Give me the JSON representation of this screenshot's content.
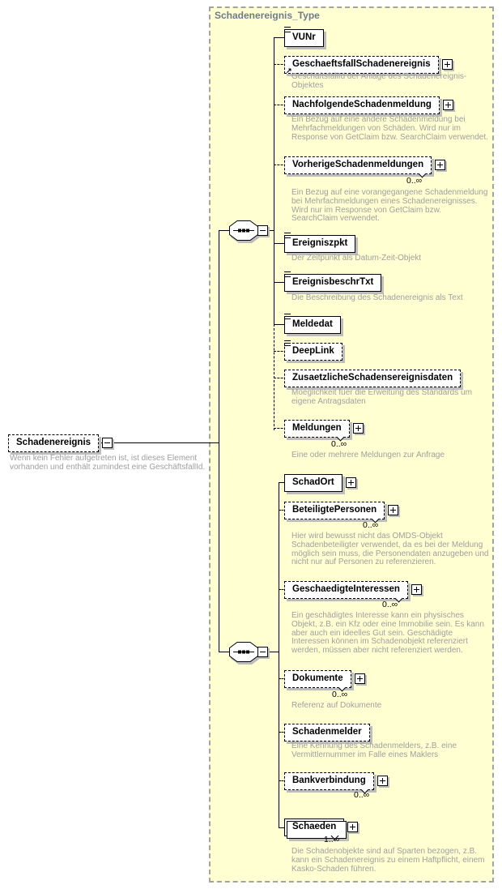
{
  "diagram": {
    "title": "Schadenereignis_Type",
    "root": {
      "name": "Schadenereignis",
      "description": "Wenn kein Fehler aufgetreten ist, ist dieses Element vorhanden und enthält zumindest eine GeschäftsfallId."
    },
    "nodes": {
      "vunr": {
        "name": "VUNr"
      },
      "geschaeftsfall": {
        "name": "GeschaeftsfallSchadenereignis",
        "description": "GeschäftsfallId der Anlage des Schadenereignis-Objektes"
      },
      "nachfolgende": {
        "name": "NachfolgendeSchadenmeldung",
        "description": "Ein Bezug auf eine andere Schadenmeldung bei Mehrfachmeldungen von Schäden. Wird nur im Response von GetClaim bzw. SearchClaim verwendet."
      },
      "vorherige": {
        "name": "VorherigeSchadenmeldungen",
        "occurs": "0..∞",
        "description": "Ein Bezug auf eine vorangegangene Schadenmeldung bei Mehrfachmeldungen eines Schadenereignisses. Wird nur im Response von GetClaim bzw. SearchClaim verwendet."
      },
      "ereigniszpkt": {
        "name": "Ereigniszpkt",
        "description": "Der Zeitpunkt als Datum-Zeit-Objekt"
      },
      "ereignisbeschr": {
        "name": "EreignisbeschrTxt",
        "description": "Die Beschreibung des Schadenereignis als Text"
      },
      "meldedat": {
        "name": "Meldedat"
      },
      "deeplink": {
        "name": "DeepLink"
      },
      "zusaetzliche": {
        "name": "ZusaetzlicheSchadensereignisdaten",
        "description": "Moeglichkeit fuer die Erweitung des Standards um eigene Antragsdaten"
      },
      "meldungen": {
        "name": "Meldungen",
        "occurs": "0..∞",
        "description": "Eine oder mehrere Meldungen zur Anfrage"
      },
      "schadort": {
        "name": "SchadOrt"
      },
      "beteiligte": {
        "name": "BeteiligtePersonen",
        "occurs": "0..∞",
        "description": "Hier wird bewusst nicht das OMDS-Objekt Schadenbeteiligter verwendet, da es bei der Meldung möglich sein muss, die Personendaten anzugeben und nicht nur auf Personen zu referenzieren."
      },
      "geschaedigte": {
        "name": "GeschaedigteInteressen",
        "occurs": "0..∞",
        "description": "Ein geschädigtes Interesse kann ein physisches Objekt, z.B. ein Kfz oder eine Immobilie sein. Es kann aber auch ein ideelles Gut sein. Geschädigte Interessen können im Schadenobjekt referenziert werden, müssen aber nicht referenziert werden."
      },
      "dokumente": {
        "name": "Dokumente",
        "occurs": "0..∞",
        "description": "Referenz auf Dokumente"
      },
      "schadenmelder": {
        "name": "Schadenmelder",
        "description": "Eine Kennung des Schadenmelders, z.B. eine Vermittlernummer im Falle eines Maklers"
      },
      "bankverbindung": {
        "name": "Bankverbindung",
        "occurs": "0..∞"
      },
      "schaeden": {
        "name": "Schaeden",
        "occurs": "1..∞",
        "description": "Die Schadenobjekte sind auf Sparten bezogen, z.B. kann ein Schadenereignis zu einem Haftpflicht, einem Kasko-Schaden führen."
      }
    }
  }
}
